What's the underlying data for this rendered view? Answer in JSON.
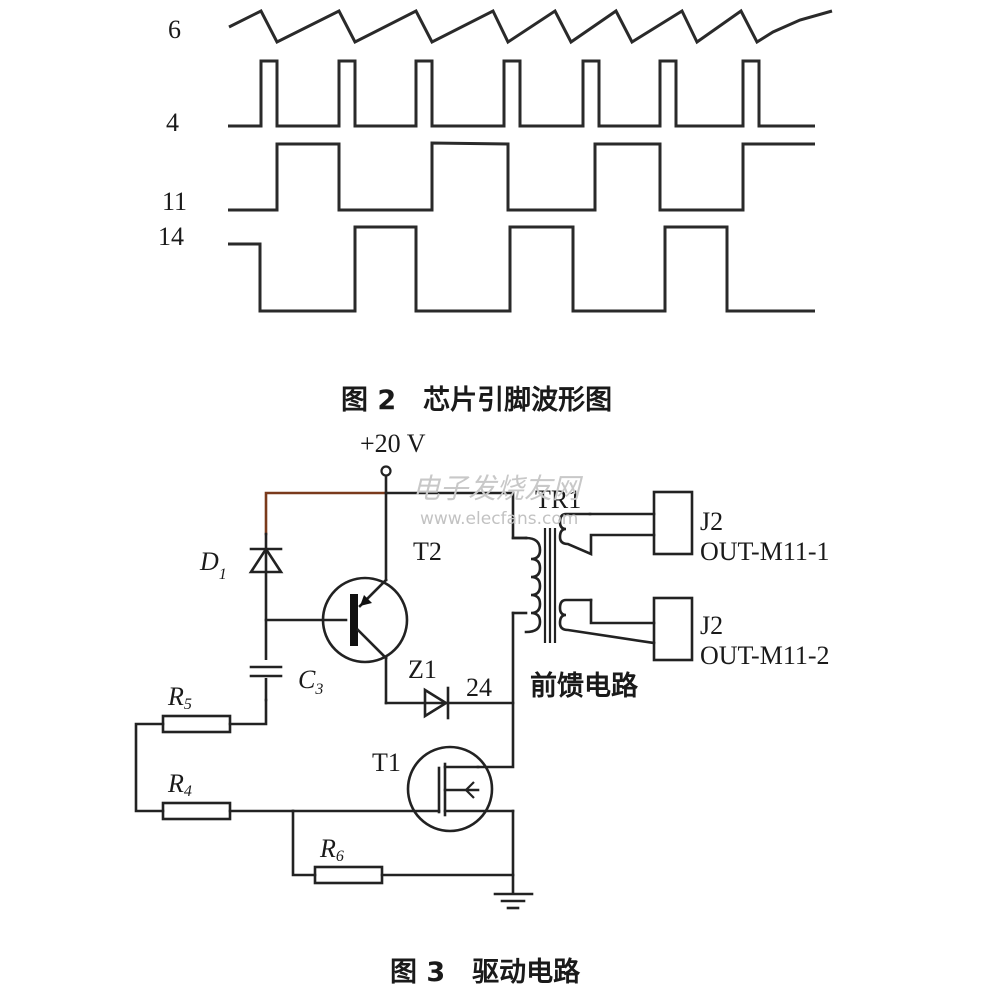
{
  "figure2": {
    "caption": "图 2　芯片引脚波形图",
    "signals": [
      {
        "pin": "6",
        "type": "sawtooth"
      },
      {
        "pin": "4",
        "type": "narrow-pulse"
      },
      {
        "pin": "11",
        "type": "square"
      },
      {
        "pin": "14",
        "type": "square-inverted"
      }
    ]
  },
  "figure3": {
    "caption": "图 3　驱动电路",
    "supply_label": "+20 V",
    "components": {
      "transformer": "TR1",
      "transistor_pnp": "T2",
      "mosfet": "T1",
      "zener": "Z1",
      "diode_main": "D",
      "diode_sub": "1",
      "capacitor": "C",
      "capacitor_sub": "3",
      "r5": "R",
      "r5_sub": "5",
      "r4": "R",
      "r4_sub": "4",
      "r6": "R",
      "r6_sub": "6",
      "node_label": "24"
    },
    "connectors": [
      {
        "name": "J2",
        "label": "OUT-M11-1"
      },
      {
        "name": "J2",
        "label": "OUT-M11-2"
      }
    ],
    "feedforward_label": "前馈电路"
  },
  "watermark": {
    "cn": "电子发烧友网",
    "url": "www.elecfans.com"
  }
}
